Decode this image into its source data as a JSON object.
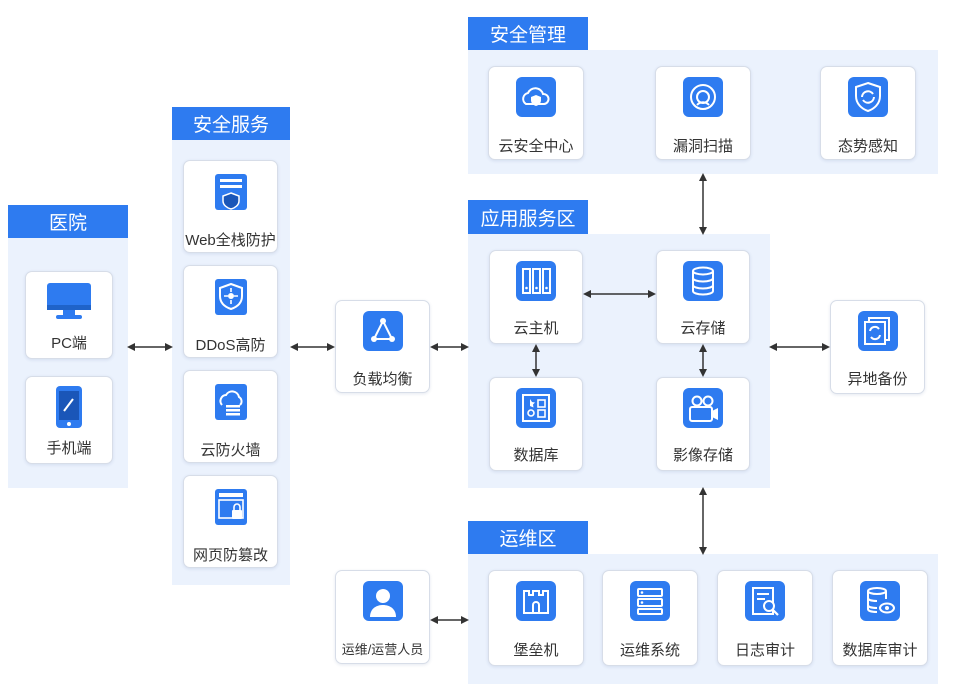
{
  "groups": {
    "hospital": {
      "title": "医院"
    },
    "security_service": {
      "title": "安全服务"
    },
    "security_mgmt": {
      "title": "安全管理"
    },
    "app_zone": {
      "title": "应用服务区"
    },
    "ops_zone": {
      "title": "运维区"
    }
  },
  "nodes": {
    "pc": {
      "label": "PC端",
      "icon": "monitor-icon"
    },
    "mobile": {
      "label": "手机端",
      "icon": "smartphone-icon"
    },
    "waf": {
      "label": "Web全栈防护",
      "icon": "web-shield-icon"
    },
    "ddos": {
      "label": "DDoS高防",
      "icon": "ddos-shield-icon"
    },
    "firewall": {
      "label": "云防火墙",
      "icon": "cloud-firewall-icon"
    },
    "tamper": {
      "label": "网页防篡改",
      "icon": "web-lock-icon"
    },
    "lb": {
      "label": "负载均衡",
      "icon": "load-balance-icon"
    },
    "cloud_security_center": {
      "label": "云安全中心",
      "icon": "cloud-shield-icon"
    },
    "vuln_scan": {
      "label": "漏洞扫描",
      "icon": "scan-icon"
    },
    "situation": {
      "label": "态势感知",
      "icon": "situation-shield-icon"
    },
    "host": {
      "label": "云主机",
      "icon": "server-rack-icon"
    },
    "storage": {
      "label": "云存储",
      "icon": "database-icon"
    },
    "db": {
      "label": "数据库",
      "icon": "db-app-icon"
    },
    "image_storage": {
      "label": "影像存储",
      "icon": "video-camera-icon"
    },
    "backup": {
      "label": "异地备份",
      "icon": "backup-icon"
    },
    "ops_person": {
      "label": "运维/运营人员",
      "icon": "person-icon"
    },
    "bastion": {
      "label": "堡垒机",
      "icon": "castle-icon"
    },
    "ops_system": {
      "label": "运维系统",
      "icon": "ops-system-icon"
    },
    "log_audit": {
      "label": "日志审计",
      "icon": "log-search-icon"
    },
    "db_audit": {
      "label": "数据库审计",
      "icon": "db-audit-icon"
    }
  },
  "colors": {
    "accent": "#2e7bf0",
    "panel": "#ebf2fd",
    "arrow": "#333333"
  }
}
